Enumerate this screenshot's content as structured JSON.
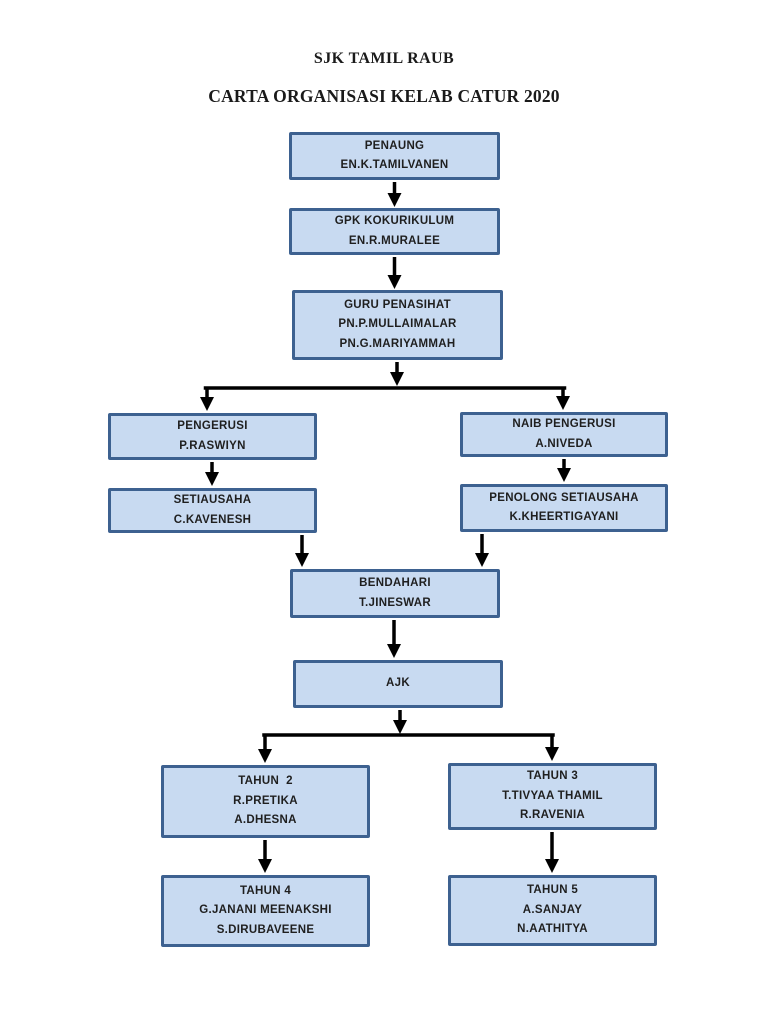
{
  "document": {
    "school_title": "SJK TAMIL RAUB",
    "chart_title": "CARTA ORGANISASI KELAB CATUR 2020"
  },
  "colors": {
    "box_fill": "#c8daf1",
    "box_border": "#3d6190",
    "connector": "#000000",
    "text": "#1f1f1f"
  },
  "nodes": {
    "penaung": {
      "lines": [
        "PENAUNG",
        "EN.K.TAMILVANEN"
      ]
    },
    "gpk_kokurikulum": {
      "lines": [
        "GPK KOKURIKULUM",
        "EN.R.MURALEE"
      ]
    },
    "guru_penasihat": {
      "lines": [
        "GURU PENASIHAT",
        "PN.P.MULLAIMALAR",
        "PN.G.MARIYAMMAH"
      ]
    },
    "pengerusi": {
      "lines": [
        "PENGERUSI",
        "P.RASWIYN"
      ]
    },
    "naib_pengerusi": {
      "lines": [
        "NAIB PENGERUSI",
        "A.NIVEDA"
      ]
    },
    "setiausaha": {
      "lines": [
        "SETIAUSAHA",
        "C.KAVENESH"
      ]
    },
    "penolong_setiausaha": {
      "lines": [
        "PENOLONG SETIAUSAHA",
        "K.KHEERTIGAYANI"
      ]
    },
    "bendahari": {
      "lines": [
        "BENDAHARI",
        "T.JINESWAR"
      ]
    },
    "ajk": {
      "lines": [
        "AJK"
      ]
    },
    "tahun_2": {
      "lines": [
        "TAHUN  2",
        "R.PRETIKA",
        "A.DHESNA"
      ]
    },
    "tahun_3": {
      "lines": [
        "TAHUN 3",
        "T.TIVYAA THAMIL",
        "R.RAVENIA"
      ]
    },
    "tahun_4": {
      "lines": [
        "TAHUN 4",
        "G.JANANI MEENAKSHI",
        "S.DIRUBAVEENE"
      ]
    },
    "tahun_5": {
      "lines": [
        "TAHUN 5",
        "A.SANJAY",
        "N.AATHITYA"
      ]
    }
  },
  "edges": [
    [
      "penaung",
      "gpk_kokurikulum"
    ],
    [
      "gpk_kokurikulum",
      "guru_penasihat"
    ],
    [
      "guru_penasihat",
      "pengerusi"
    ],
    [
      "guru_penasihat",
      "naib_pengerusi"
    ],
    [
      "pengerusi",
      "setiausaha"
    ],
    [
      "naib_pengerusi",
      "penolong_setiausaha"
    ],
    [
      "setiausaha",
      "bendahari"
    ],
    [
      "penolong_setiausaha",
      "bendahari"
    ],
    [
      "bendahari",
      "ajk"
    ],
    [
      "ajk",
      "tahun_2"
    ],
    [
      "ajk",
      "tahun_3"
    ],
    [
      "tahun_2",
      "tahun_4"
    ],
    [
      "tahun_3",
      "tahun_5"
    ]
  ]
}
